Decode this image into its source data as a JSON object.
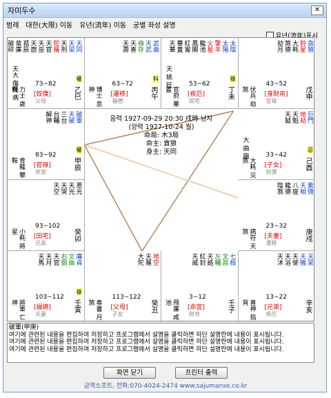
{
  "window": {
    "title": "자미두수",
    "close_glyph": "✕"
  },
  "menu": [
    "범례",
    "대한(大限) 이동",
    "유년(流年) 이동",
    "궁별 좌성 설명"
  ],
  "checkbox_label": "유년(流年)표시",
  "colors": {
    "red": "#dd0000",
    "blue": "#1040cc",
    "green": "#108a10",
    "badge": "#ffff66",
    "triangle": "#b5855a",
    "line": "#eac3a8"
  },
  "palaces": [
    {
      "id": "si",
      "stars": [
        {
          "t": "破碎",
          "c": "#000"
        },
        {
          "t": "蜚廉",
          "c": "#000"
        },
        {
          "t": "孤辰",
          "c": "#000"
        },
        {
          "t": "天廚",
          "c": "#000"
        },
        {
          "t": "天巫",
          "c": "#000"
        },
        {
          "t": "天官",
          "c": "#000"
        },
        {
          "t": "陀羅",
          "c": "#dd0000"
        },
        {
          "t": "天刑",
          "c": "#000"
        },
        {
          "t": "天梁",
          "c": "#1040cc"
        },
        {
          "t": "天同",
          "c": "#1040cc"
        }
      ],
      "badge": "權",
      "extra": "天大 傷耗 病",
      "ages": "73~82",
      "palace": "[奴僕]",
      "relation": "父母",
      "ganji": "乙巳",
      "bottom_stars": "力士 歲驛"
    },
    {
      "id": "o",
      "stars": [
        {
          "t": "天壽",
          "c": "#000"
        },
        {
          "t": "天喜",
          "c": "#000"
        },
        {
          "t": "祿存",
          "c": "#108a10"
        },
        {
          "t": "天武",
          "c": "#1040cc"
        },
        {
          "t": "武曲",
          "c": "#1040cc"
        }
      ],
      "badge": "科",
      "extra": "",
      "ages": "63~72",
      "palace": "[遷移]",
      "relation": "福德",
      "ganji": "丙午",
      "bottom_stars": "博士 息神"
    },
    {
      "id": "mi",
      "stars": [
        {
          "t": "天華",
          "c": "#000"
        },
        {
          "t": "華蓋",
          "c": "#000"
        },
        {
          "t": "紅鸞",
          "c": "#000"
        },
        {
          "t": "鳳閣",
          "c": "#000"
        },
        {
          "t": "龍池",
          "c": "#000"
        },
        {
          "t": "火星",
          "c": "#dd0000"
        },
        {
          "t": "擎羊",
          "c": "#dd0000"
        },
        {
          "t": "太陽",
          "c": "#1040cc"
        },
        {
          "t": "太陰",
          "c": "#1040cc"
        }
      ],
      "badge": "祿",
      "extra": "天 姚 旺",
      "ages": "53~62",
      "palace": "[疾厄]",
      "relation": "田宅",
      "ganji": "丁未",
      "bottom_stars": "官府 華蓋"
    },
    {
      "id": "sin",
      "stars": [
        {
          "t": "劫月",
          "c": "#000"
        },
        {
          "t": "煞德",
          "c": "#000"
        },
        {
          "t": "大耗",
          "c": "#000"
        },
        {
          "t": "鈴星",
          "c": "#dd0000"
        },
        {
          "t": "貪狼",
          "c": "#1040cc"
        }
      ],
      "badge": "",
      "extra": "",
      "ages": "43~52",
      "palace": "[身財帛]",
      "relation": "官祿",
      "ganji": "戊申",
      "bottom_stars": "伏兵 劫煞"
    },
    {
      "id": "yu",
      "stars": [
        {
          "t": "天鉞",
          "c": "#000"
        },
        {
          "t": "天魁",
          "c": "#000"
        },
        {
          "t": "地劫",
          "c": "#dd0000"
        },
        {
          "t": "巨門",
          "c": "#1040cc"
        }
      ],
      "badge": "忌",
      "extra": "大 曲 廟",
      "ages": "33~42",
      "palace": "[子女]",
      "relation": "奴僕",
      "ganji": "己酉",
      "bottom_stars": "大耗 災煞"
    },
    {
      "id": "sul",
      "stars": [
        {
          "t": "陰煞",
          "c": "#000"
        },
        {
          "t": "龍德",
          "c": "#000"
        },
        {
          "t": "八座",
          "c": "#000"
        },
        {
          "t": "天相",
          "c": "#1040cc"
        },
        {
          "t": "紫微",
          "c": "#1040cc"
        }
      ],
      "badge": "",
      "extra": "",
      "ages": "23~32",
      "palace": "[夫妻]",
      "relation": "遷移",
      "ganji": "庚戌",
      "bottom_stars": "病符 天煞"
    },
    {
      "id": "hae",
      "stars": [
        {
          "t": "天沐",
          "c": "#000"
        },
        {
          "t": "天浴",
          "c": "#000"
        },
        {
          "t": "天使",
          "c": "#000"
        },
        {
          "t": "天機",
          "c": "#1040cc"
        },
        {
          "t": "天梁",
          "c": "#1040cc"
        }
      ],
      "badge": "",
      "extra": "",
      "ages": "13~22",
      "palace": "[兄弟]",
      "relation": "疾厄",
      "ganji": "辛亥",
      "bottom_stars": "喜神 指背"
    },
    {
      "id": "ja",
      "stars": [
        {
          "t": "天威",
          "c": "#000"
        },
        {
          "t": "紅封",
          "c": "#000"
        },
        {
          "t": "天誥",
          "c": "#000"
        },
        {
          "t": "左輔",
          "c": "#108a10"
        },
        {
          "t": "文昌",
          "c": "#108a10"
        },
        {
          "t": "七殺",
          "c": "#1040cc"
        }
      ],
      "badge": "",
      "extra": "",
      "ages": "3~12",
      "palace": "[命宮]",
      "relation": "財帛",
      "ganji": "壬子",
      "bottom_stars": "飛廉 咸池"
    },
    {
      "id": "chuk",
      "stars": [
        {
          "t": "大陀",
          "c": "#000"
        },
        {
          "t": "天羅",
          "c": "#000"
        },
        {
          "t": "地空",
          "c": "#dd0000"
        }
      ],
      "badge": "",
      "extra": "",
      "ages": "113~122",
      "palace": "[父母]",
      "relation": "子女",
      "ganji": "癸丑",
      "bottom_stars": "奏書 月煞"
    },
    {
      "id": "in",
      "stars": [
        {
          "t": "天馬",
          "c": "#000"
        },
        {
          "t": "天月",
          "c": "#000"
        },
        {
          "t": "天官",
          "c": "#000"
        },
        {
          "t": "右弼",
          "c": "#108a10"
        },
        {
          "t": "文曲",
          "c": "#108a10"
        },
        {
          "t": "廉貞",
          "c": "#1040cc"
        }
      ],
      "badge": "祿",
      "extra": "",
      "ages": "103~112",
      "palace": "[福德]",
      "relation": "夫妻",
      "ganji": "壬寅",
      "bottom_stars": "將軍 亡神"
    },
    {
      "id": "myo",
      "stars": [
        {
          "t": "天空",
          "c": "#000"
        },
        {
          "t": "天哭",
          "c": "#000"
        },
        {
          "t": "天光",
          "c": "#000"
        },
        {
          "t": "恩光",
          "c": "#000"
        }
      ],
      "badge": "",
      "extra": "",
      "ages": "93~102",
      "palace": "[田宅]",
      "relation": "兄弟",
      "ganji": "癸卯",
      "bottom_stars": "小耗 將星"
    },
    {
      "id": "jin",
      "stars": [
        {
          "t": "解神",
          "c": "#000"
        },
        {
          "t": "台輔",
          "c": "#000"
        },
        {
          "t": "三台",
          "c": "#000"
        },
        {
          "t": "天破",
          "c": "#1040cc"
        },
        {
          "t": "破軍",
          "c": "#1040cc"
        }
      ],
      "badge": "權",
      "extra": "",
      "ages": "83~92",
      "palace": "[官祿]",
      "relation": "命宮",
      "ganji": "甲辰",
      "bottom_stars": "青龍 攀鞍"
    }
  ],
  "center": {
    "line1": "음력 1927-09-29 20:30 戌時 남자",
    "line2": "(양력 1927-10-24 월)",
    "line3": "命局: 木3局",
    "line4": "命主: 貪狼",
    "line5": "身主: 天同"
  },
  "notes": {
    "header": "破軍(甲庚)",
    "lines": [
      "여기에 관련된 내용을 편집하여 저장하고 프로그램에서 설명을 클릭하면 하단 설명란에 내용이 표시됩니다.",
      "여기에 관련된 내용을 편집하여 저장하고 프로그램에서 설명을 클릭하면 하단 설명란에 내용이 표시됩니다.",
      "여기에 관련된 내용을 편집하여 저장하고 프로그램에서 설명을 클릭하면 하단 설명란에 내용이 표시됩니다."
    ]
  },
  "buttons": {
    "close": "화면 닫기",
    "print": "프린터 출력"
  },
  "footer": "금역소프트, 전화:070-4024-2474 www.sajumanse.co.kr"
}
